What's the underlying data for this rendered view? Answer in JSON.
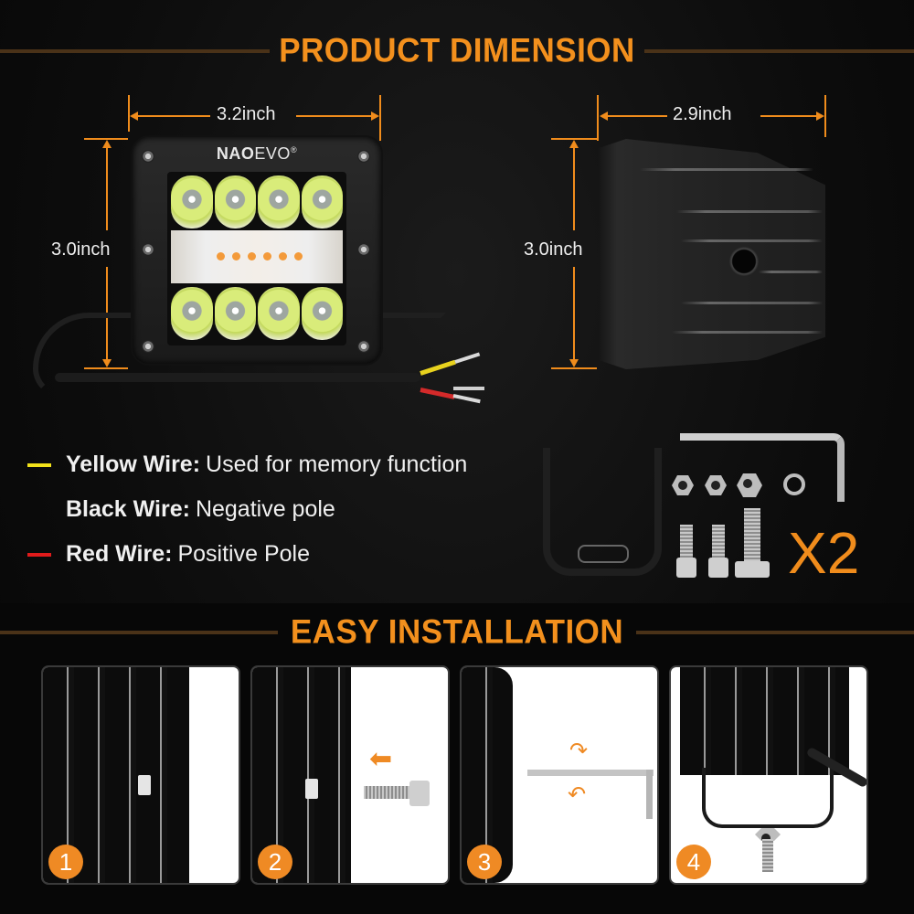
{
  "sections": {
    "dimension_title": "PRODUCT DIMENSION",
    "installation_title": "EASY INSTALLATION"
  },
  "brand": {
    "bold": "NAO",
    "light": "EVO",
    "mark": "®"
  },
  "dimensions": {
    "front_width": "3.2inch",
    "front_height": "3.0inch",
    "side_depth": "2.9inch",
    "side_height": "3.0inch"
  },
  "wires": [
    {
      "label": "Yellow Wire:",
      "desc": "Used for memory function",
      "swatch": "#f2e21a"
    },
    {
      "label": "Black Wire:",
      "desc": "Negative pole",
      "swatch": ""
    },
    {
      "label": "Red Wire:",
      "desc": "Positive Pole",
      "swatch": "#e01b1b"
    }
  ],
  "hardware": {
    "quantity": "X2"
  },
  "steps": [
    {
      "number": "1"
    },
    {
      "number": "2"
    },
    {
      "number": "3"
    },
    {
      "number": "4"
    }
  ],
  "colors": {
    "accent": "#f08c1c",
    "title_rule": "#4a3218",
    "background": "#0a0a0a"
  }
}
